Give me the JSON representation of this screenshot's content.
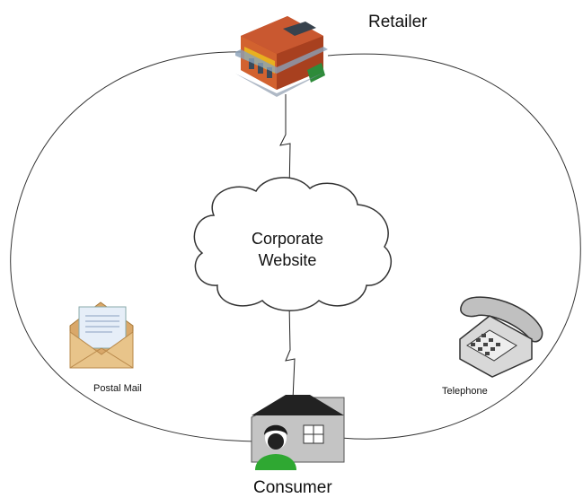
{
  "nodes": {
    "retailer": {
      "label": "Retailer",
      "icon": "store-building-icon"
    },
    "website": {
      "line1": "Corporate",
      "line2": "Website",
      "icon": "cloud-icon"
    },
    "consumer": {
      "label": "Consumer",
      "icon": "house-with-person-icon"
    },
    "postal_mail": {
      "label": "Postal Mail",
      "icon": "envelope-letter-icon"
    },
    "telephone": {
      "label": "Telephone",
      "icon": "desk-telephone-icon"
    }
  },
  "colors": {
    "line": "#333333",
    "store_brick": "#c8552b",
    "store_roof": "#4a5a6a",
    "store_awning": "#e8b020",
    "house_wall": "#bdbdbd",
    "house_roof": "#222222",
    "person": "#2fa832",
    "envelope": "#e8c48a",
    "letter": "#dde8f5",
    "phone": "#d0d0d0"
  }
}
